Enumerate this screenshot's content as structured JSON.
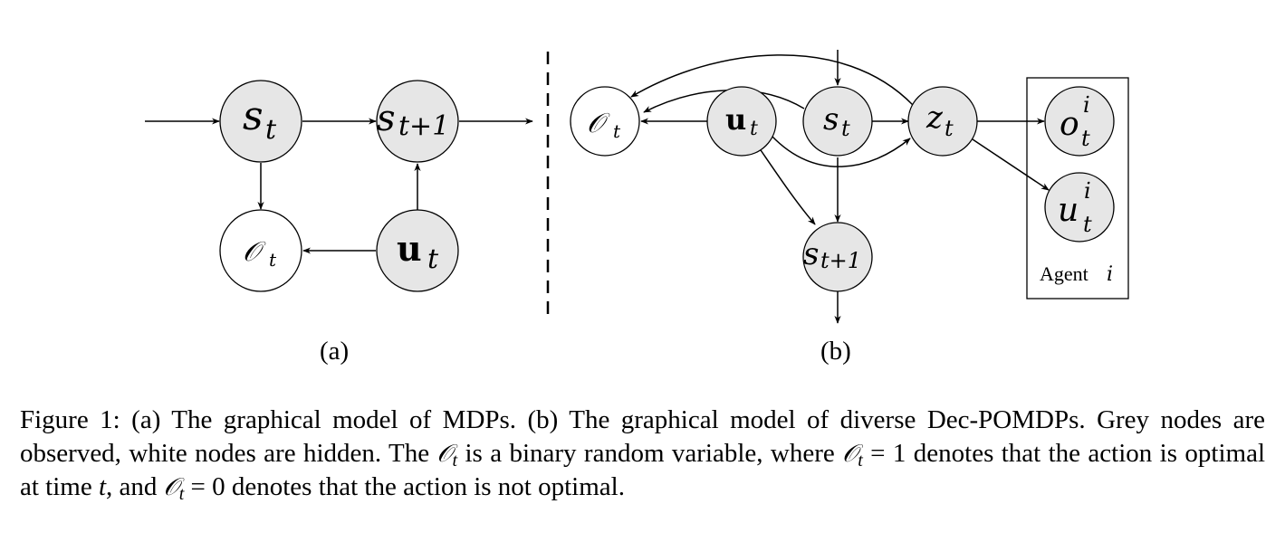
{
  "panel_a": {
    "label": "(a)",
    "nodes": {
      "s_t": {
        "base": "s",
        "sub": "t"
      },
      "s_t1": {
        "base": "s",
        "sub": "t+1"
      },
      "o_t": {
        "base": "𝒪",
        "sub": "t"
      },
      "u_t": {
        "base": "u",
        "sub": "t"
      }
    }
  },
  "panel_b": {
    "label": "(b)",
    "nodes": {
      "o_t": {
        "base": "𝒪",
        "sub": "t"
      },
      "u_t": {
        "base": "u",
        "sub": "t"
      },
      "s_t": {
        "base": "s",
        "sub": "t"
      },
      "z_t": {
        "base": "z",
        "sub": "t"
      },
      "o_i_t": {
        "base": "o",
        "sup": "i",
        "sub": "t"
      },
      "u_i_t": {
        "base": "u",
        "sup": "i",
        "sub": "t"
      },
      "s_t1": {
        "base": "s",
        "sub": "t+1"
      }
    },
    "agent_box": {
      "label": "Agent",
      "var": "i"
    }
  },
  "caption": {
    "p1": "Figure 1: (a) The graphical model of MDPs. (b) The graphical model of diverse Dec-POMDPs. Grey nodes are observed, white nodes are hidden. The ",
    "sym": "𝒪",
    "sub": "t",
    "p2": " is a binary random variable, where ",
    "p3": " = 1 denotes that the action is optimal at time ",
    "t_var": "t",
    "p4": ", and ",
    "p5": " = 0 denotes that the action is not optimal."
  }
}
